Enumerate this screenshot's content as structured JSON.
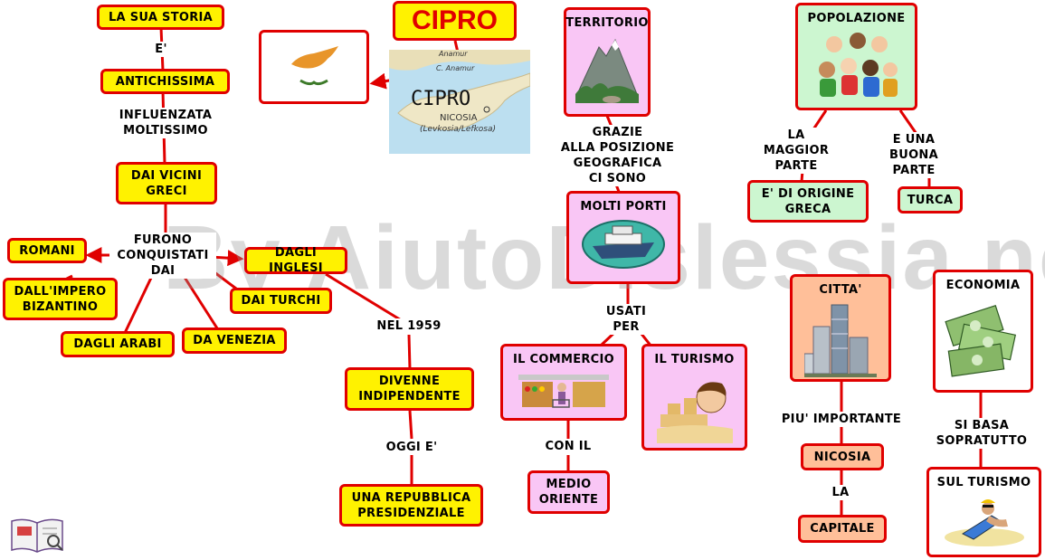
{
  "title": "CIPRO",
  "map": {
    "label": "CIPRO",
    "city": "NICOSIA",
    "city_sub": "(Levkosia/Lefkosa)",
    "cape": "C. Anamur",
    "town": "Anamur"
  },
  "watermark": "By AiutoDislessia.net",
  "history": {
    "la_sua_storia": "LA SUA STORIA",
    "e1": "E'",
    "antichissima": "ANTICHISSIMA",
    "influenzata": "INFLUENZATA\nMOLTISSIMO",
    "dai_vicini_greci": "DAI VICINI\nGRECI",
    "furono": "FURONO\nCONQUISTATI\nDAI",
    "romani": "ROMANI",
    "impero": "DALL'IMPERO\nBIZANTINO",
    "arabi": "DAGLI ARABI",
    "venezia": "DA VENEZIA",
    "turchi": "DAI TURCHI",
    "inglesi": "DAGLI INGLESI",
    "nel_1959": "NEL 1959",
    "indipendente": "DIVENNE\nINDIPENDENTE",
    "oggi": "OGGI E'",
    "repubblica": "UNA REPUBBLICA\nPRESIDENZIALE"
  },
  "territory": {
    "territorio": "TERRITORIO",
    "grazie": "GRAZIE\nALLA POSIZIONE\nGEOGRAFICA\nCI SONO",
    "porti": "MOLTI PORTI",
    "usati": "USATI\nPER",
    "commercio": "IL COMMERCIO",
    "turismo": "IL TURISMO",
    "con_il": "CON IL",
    "medio_oriente": "MEDIO\nORIENTE"
  },
  "population": {
    "popolazione": "POPOLAZIONE",
    "maggior": "LA MAGGIOR\nPARTE",
    "buona": "E UNA BUONA\nPARTE",
    "greca": "E' DI ORIGINE\nGRECA",
    "turca": "TURCA"
  },
  "city": {
    "citta": "CITTA'",
    "piu": "PIU' IMPORTANTE",
    "nicosia": "NICOSIA",
    "la": "LA",
    "capitale": "CAPITALE"
  },
  "economy": {
    "economia": "ECONOMIA",
    "si_basa": "SI BASA\nSOPRATUTTO",
    "sul_turismo": "SUL TURISMO"
  },
  "colors": {
    "border": "#e00000",
    "yellow": "#fff200",
    "pink": "#f9c6f5",
    "green": "#ccf6d0",
    "orange": "#ffbf99"
  }
}
